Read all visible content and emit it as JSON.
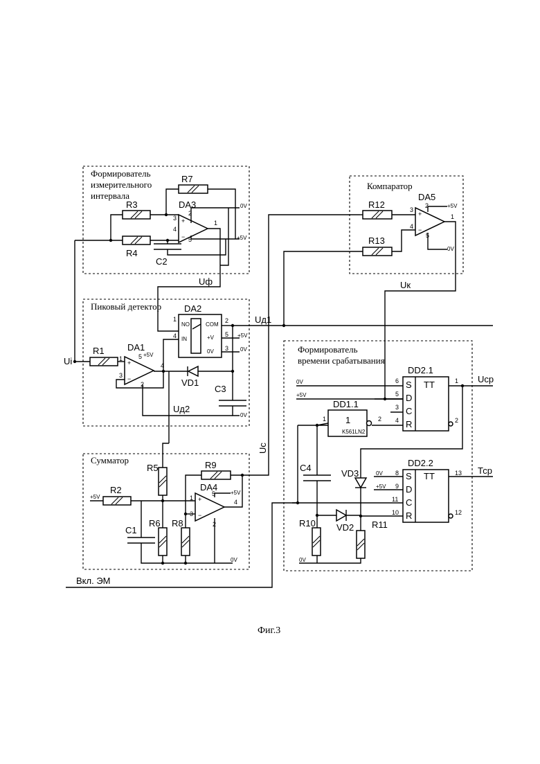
{
  "blocks": {
    "interval_former": [
      "Формирователь",
      "измерительного",
      "интервала"
    ],
    "peak_detector": "Пиковый детектор",
    "adder": "Сумматор",
    "comparator": "Компаратор",
    "timing_former": [
      "Формирователь",
      "времени срабатывания"
    ]
  },
  "components": {
    "R1": "R1",
    "R2": "R2",
    "R3": "R3",
    "R4": "R4",
    "R5": "R5",
    "R6": "R6",
    "R7": "R7",
    "R8": "R8",
    "R9": "R9",
    "R10": "R10",
    "R11": "R11",
    "R12": "R12",
    "R13": "R13",
    "C1": "C1",
    "C2": "C2",
    "C3": "C3",
    "C4": "C4",
    "DA1": "DA1",
    "DA2": "DA2",
    "DA3": "DA3",
    "DA4": "DA4",
    "DA5": "DA5",
    "VD1": "VD1",
    "VD2": "VD2",
    "VD3": "VD3",
    "DD1_1": "DD1.1",
    "DD2_1": "DD2.1",
    "DD2_2": "DD2.2",
    "tt": "TT",
    "inv_one": "1",
    "inv_part": "K561LN2"
  },
  "switch_pins": {
    "no": "NO",
    "in": "IN",
    "com": "COM",
    "v": "+V",
    "zero": "0V"
  },
  "signals": {
    "ui": "Ui",
    "uf": "Uф",
    "ud1": "Uд1",
    "ud2": "Uд2",
    "uk": "Uк",
    "uc": "Uс",
    "usr": "Uср",
    "tsr": "Тср",
    "vkl_em": "Вкл. ЭМ"
  },
  "rails": {
    "p5v": "+5V",
    "z0v": "0V"
  },
  "ff_pins": {
    "s": "S",
    "d": "D",
    "c": "C",
    "r": "R"
  },
  "pin_numbers": {
    "n1": "1",
    "n2": "2",
    "n3": "3",
    "n4": "4",
    "n5": "5",
    "n6": "6",
    "n8": "8",
    "n9": "9",
    "n10": "10",
    "n11": "11",
    "n12": "12",
    "n13": "13"
  },
  "caption": "Фиг.3"
}
